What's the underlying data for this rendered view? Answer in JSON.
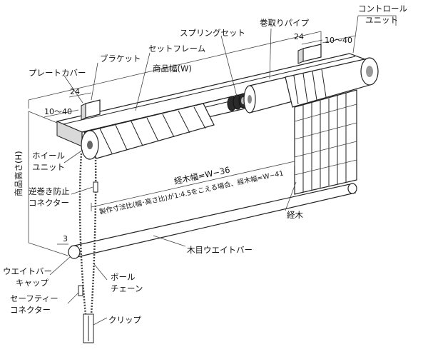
{
  "labels": {
    "control_unit_line1": "コントロール",
    "control_unit_line2": "ユニット",
    "winding_pipe": "巻取りパイプ",
    "spring_set": "スプリングセット",
    "set_frame": "セットフレーム",
    "bracket": "ブラケット",
    "product_width": "商品幅(W)",
    "plate_cover": "プレートカバー",
    "product_height": "商品高さ(H)",
    "wheel_unit_line1": "ホイール",
    "wheel_unit_line2": "ユニット",
    "reverse_stop_line1": "逆巻き防止",
    "reverse_stop_line2": "コネクター",
    "slat_width": "経木幅=W−36",
    "size_note": "製作寸法比(幅･高さ比)が1:4.5をこえる場合、経木幅=W−41",
    "slat": "経木",
    "weight_bar": "木目ウエイトバー",
    "weight_cap_line1": "ウエイトバー",
    "weight_cap_line2": "キャップ",
    "ball_chain_line1": "ボール",
    "ball_chain_line2": "チェーン",
    "safety_connector_line1": "セーフティー",
    "safety_connector_line2": "コネクター",
    "clip": "クリップ"
  },
  "dimensions": {
    "right_24": "24",
    "right_10_40": "10～40",
    "left_24": "24",
    "left_10_40": "10～40",
    "cap_3": "3"
  }
}
